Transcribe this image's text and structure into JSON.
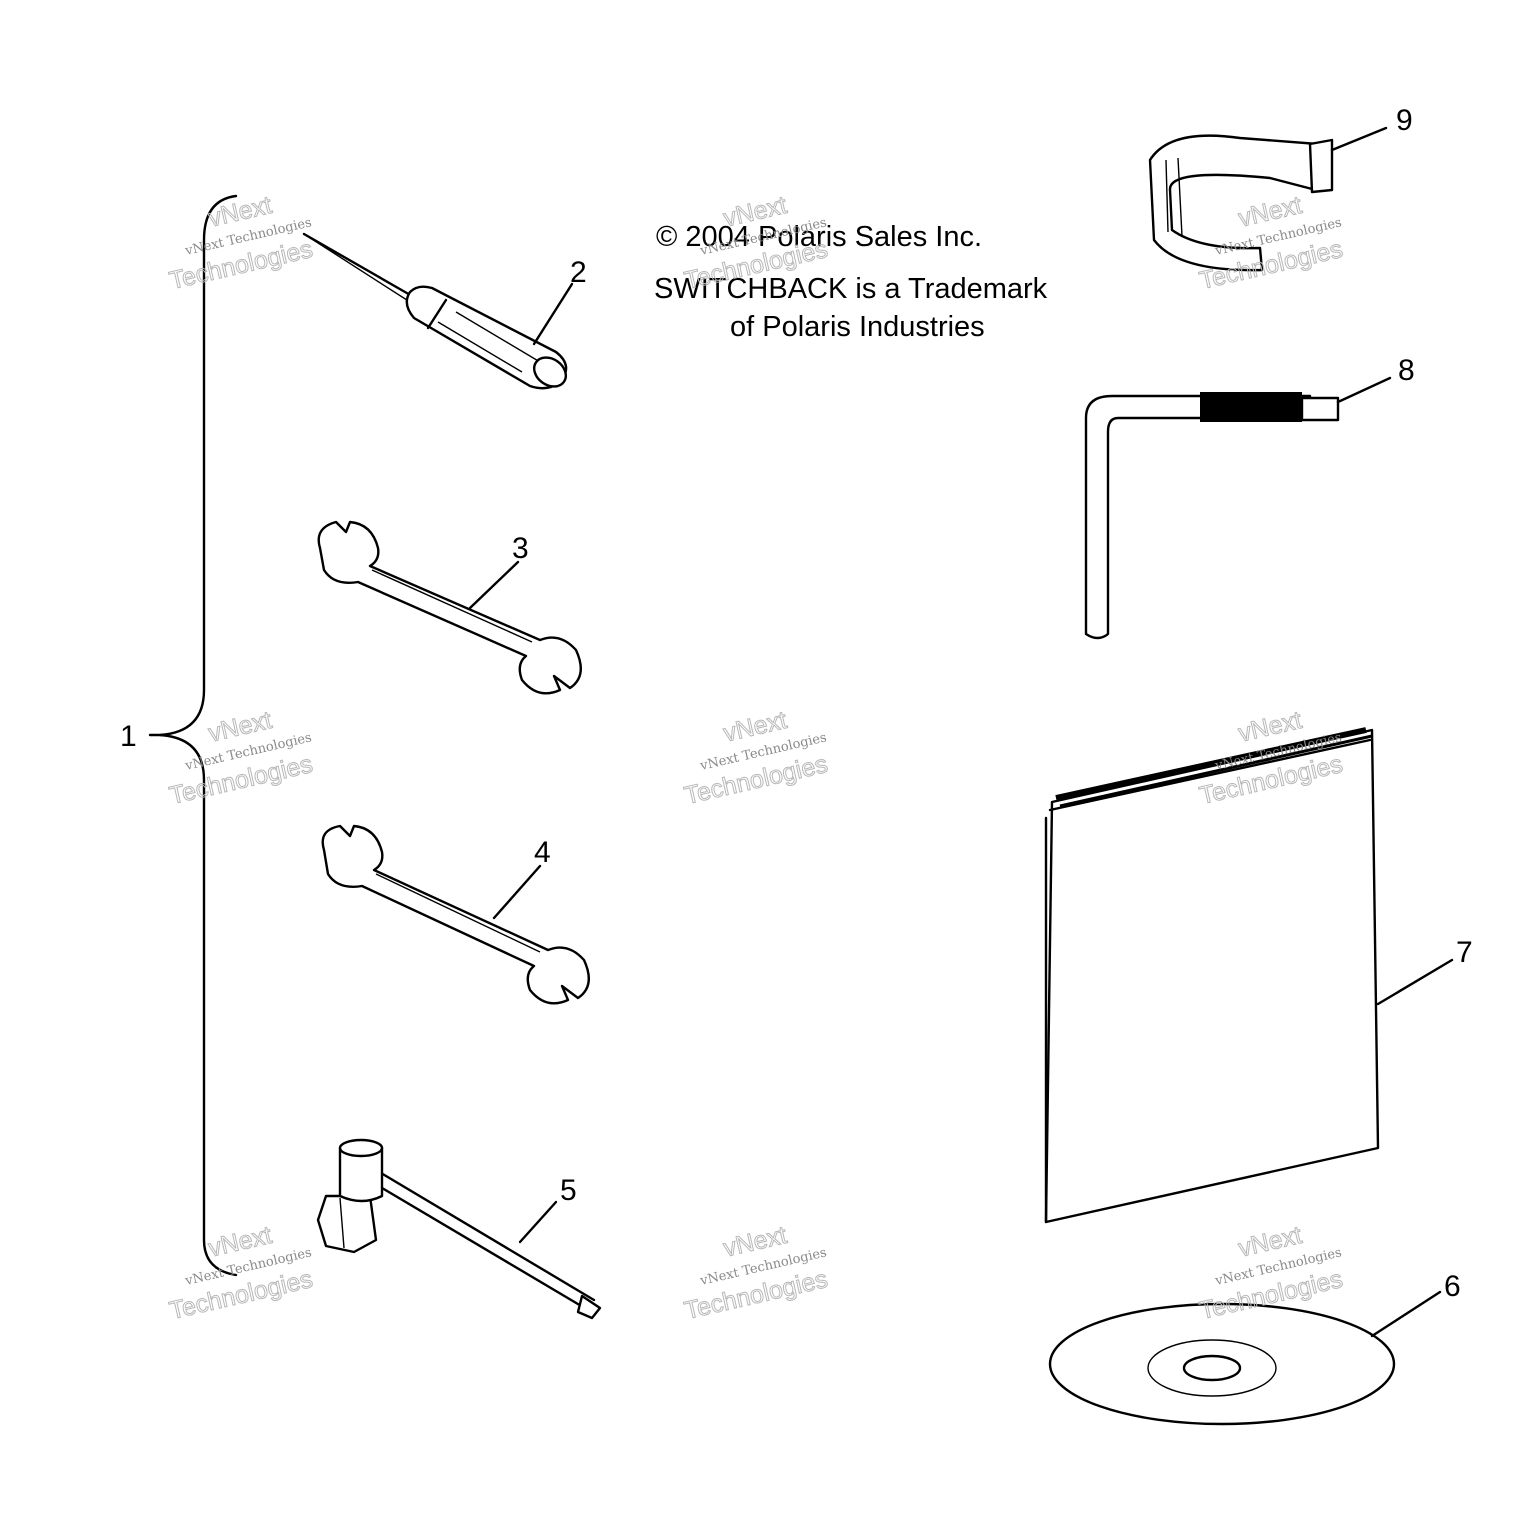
{
  "notice": {
    "line1": "© 2004 Polaris Sales Inc.",
    "line2": "SWITCHBACK is a Trademark",
    "line3": "of Polaris Industries"
  },
  "callouts": [
    "1",
    "2",
    "3",
    "4",
    "5",
    "6",
    "7",
    "8",
    "9"
  ],
  "watermark": {
    "vnext": "vNext",
    "tech_line": "vNext Technologies",
    "technologies": "Technologies"
  }
}
